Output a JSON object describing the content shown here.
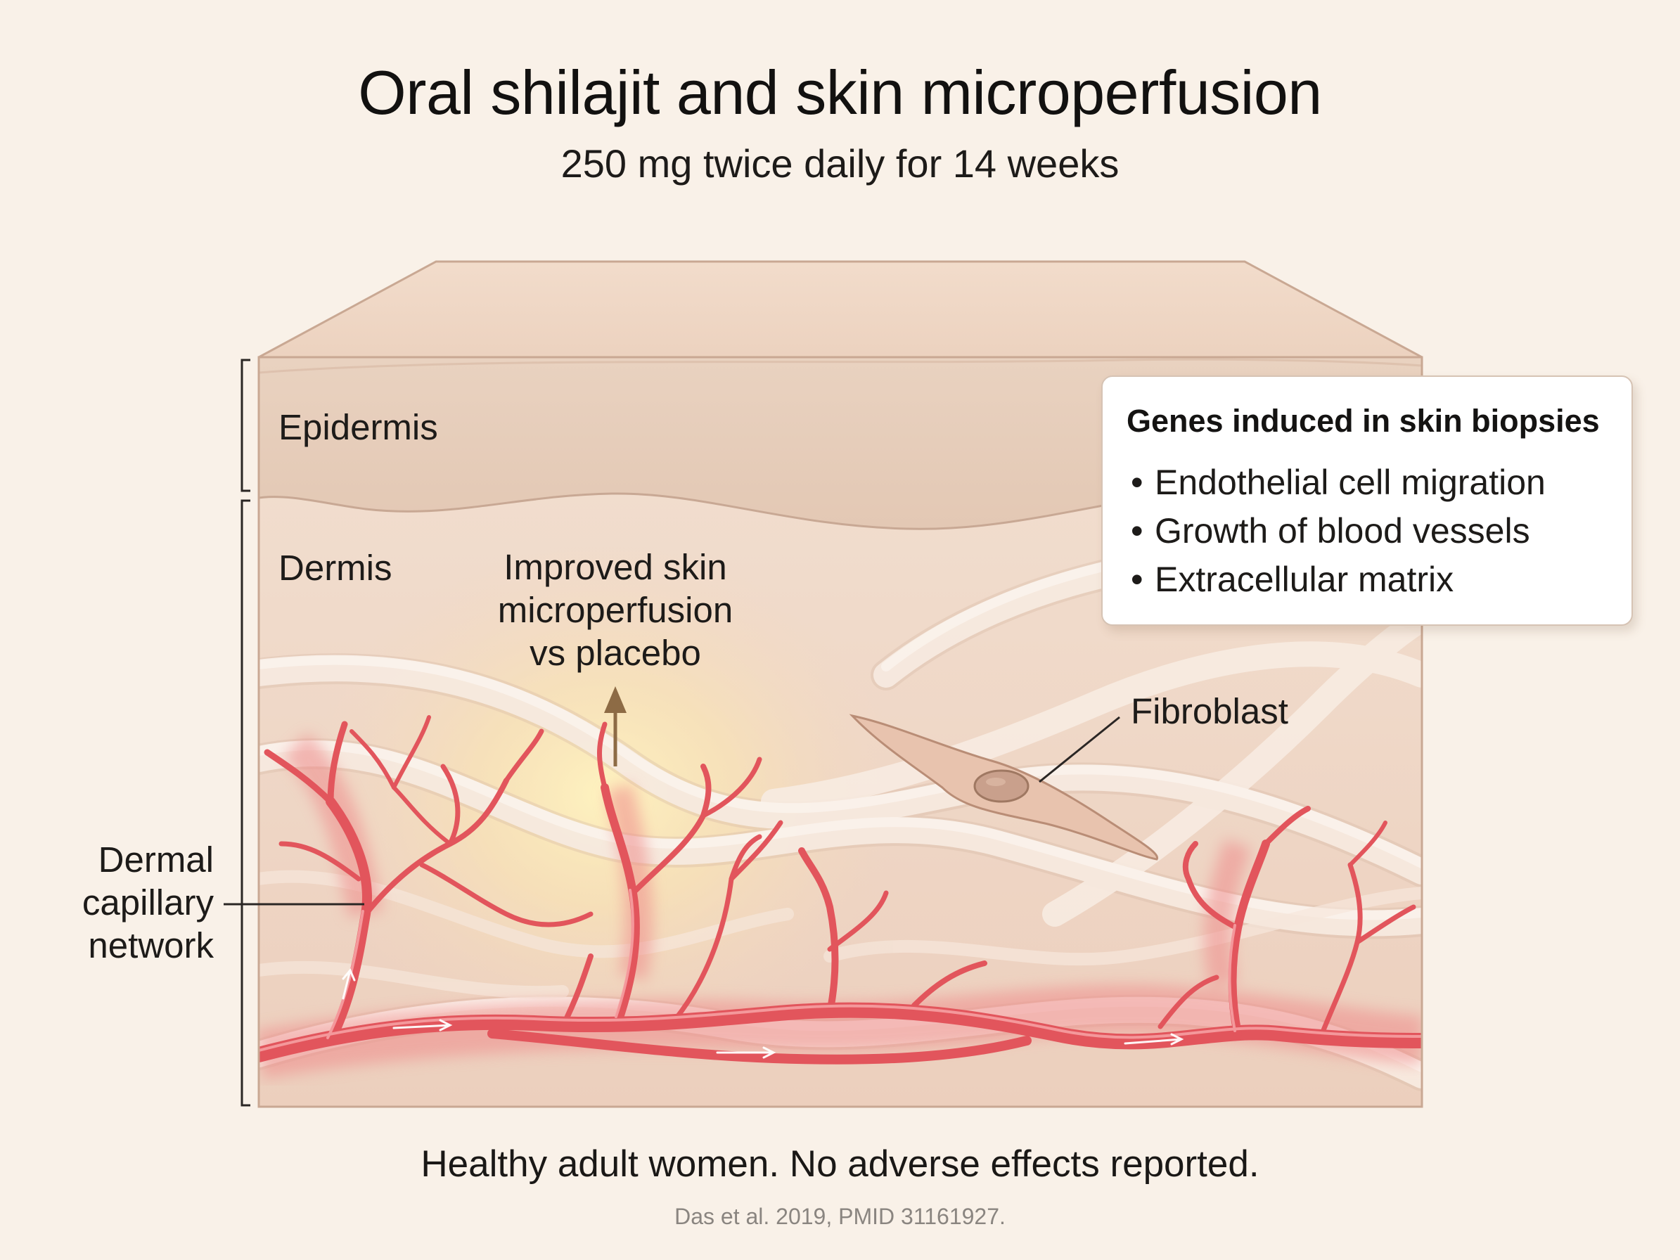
{
  "header": {
    "title": "Oral shilajit and skin microperfusion",
    "subtitle": "250 mg twice daily for 14 weeks"
  },
  "diagram": {
    "layers": {
      "epidermis": "Epidermis",
      "dermis": "Dermis"
    },
    "effect_label": [
      "Improved skin",
      "microperfusion",
      "vs placebo"
    ],
    "capillary_label": [
      "Dermal",
      "capillary",
      "network"
    ],
    "fibroblast_label": "Fibroblast",
    "colors": {
      "background": "#f9f1e8",
      "epidermis": "#e7cfbd",
      "dermis": "#efd9c8",
      "top_surface": "#f0d9c7",
      "vessel": "#e2535a",
      "glow": "#fff2b8",
      "arrow": "#8d6b45",
      "fiber": "#f7ebe1"
    }
  },
  "genes_box": {
    "title": "Genes induced in skin biopsies",
    "items": [
      "Endothelial cell migration",
      "Growth of blood vessels",
      "Extracellular matrix"
    ]
  },
  "footer": {
    "note": "Healthy adult women. No adverse effects reported.",
    "citation": "Das et al. 2019, PMID 31161927."
  }
}
